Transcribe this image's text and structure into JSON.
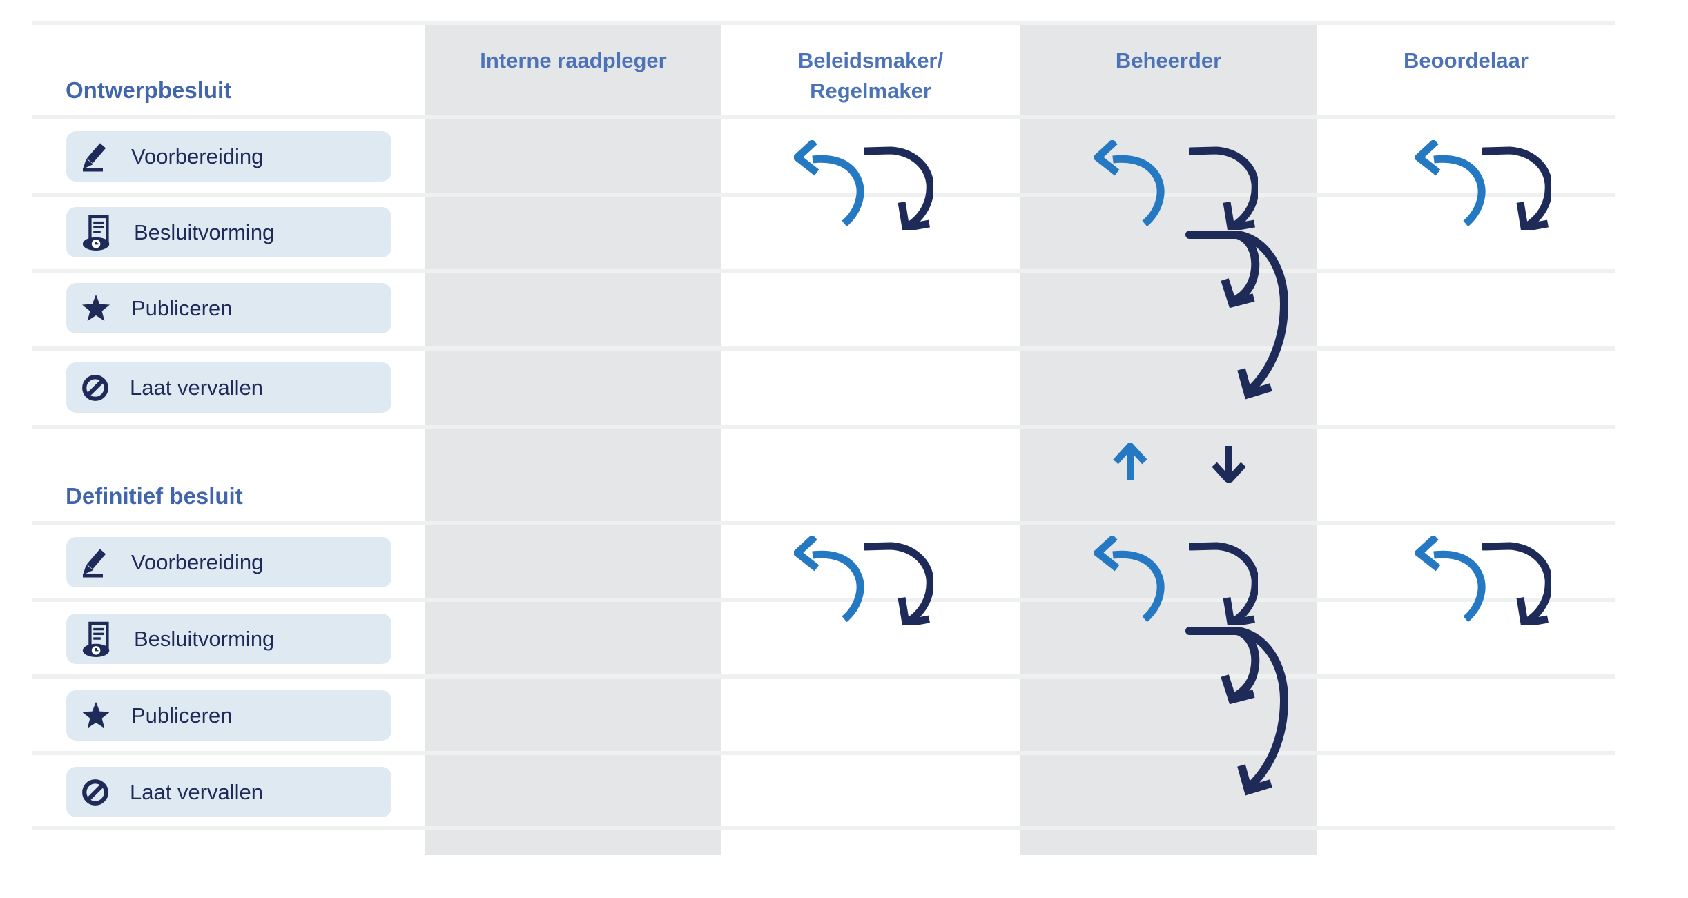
{
  "palette": {
    "bg": "#ffffff",
    "navy": "#1e2b58",
    "blue": "#2479c2",
    "col-header": "#4c72b8",
    "section-title": "#4266ae",
    "pill-bg": "#dfe9f2",
    "col-gray": "#e5e6e7",
    "separator": "#eff0f0"
  },
  "row_sections": [
    {
      "title": "Ontwerpbesluit",
      "rows": [
        {
          "label": "Voorbereiding",
          "icon": "pencil-icon"
        },
        {
          "label": "Besluitvorming",
          "icon": "document-review-icon"
        },
        {
          "label": "Publiceren",
          "icon": "star-icon"
        },
        {
          "label": "Laat vervallen",
          "icon": "no-entry-icon"
        }
      ]
    },
    {
      "title": "Definitief besluit",
      "rows": [
        {
          "label": "Voorbereiding",
          "icon": "pencil-icon"
        },
        {
          "label": "Besluitvorming",
          "icon": "document-review-icon"
        },
        {
          "label": "Publiceren",
          "icon": "star-icon"
        },
        {
          "label": "Laat vervallen",
          "icon": "no-entry-icon"
        }
      ]
    }
  ],
  "columns": [
    {
      "id": "interne-raadpleger",
      "line1": "Interne raadpleger",
      "line2": "",
      "shaded": true
    },
    {
      "id": "beleidsmaker-regelmaker",
      "line1": "Beleidsmaker/",
      "line2": "Regelmaker",
      "shaded": false
    },
    {
      "id": "beheerder",
      "line1": "Beheerder",
      "line2": "",
      "shaded": true
    },
    {
      "id": "beoordelaar",
      "line1": "Beoordelaar",
      "line2": "",
      "shaded": false
    }
  ],
  "arrows": {
    "blue_color": "#2479c2",
    "navy_color": "#1e2b58",
    "items": [
      {
        "name": "curved-return-arrow-pair",
        "columns": [
          "Beleidsmaker/Regelmaker",
          "Beheerder",
          "Beoordelaar"
        ],
        "sections": [
          "Ontwerpbesluit",
          "Definitief besluit"
        ],
        "spans": "Voorbereiding / Besluitvorming"
      },
      {
        "name": "split-down-arrow",
        "column": "Beheerder",
        "sections": [
          "Ontwerpbesluit",
          "Definitief besluit"
        ],
        "spans": "Besluitvorming naar Publiceren en Laat vervallen"
      },
      {
        "name": "up-arrow",
        "column": "Beheerder",
        "location": "tussen secties"
      },
      {
        "name": "down-arrow",
        "column": "Beheerder",
        "location": "tussen secties"
      }
    ]
  }
}
